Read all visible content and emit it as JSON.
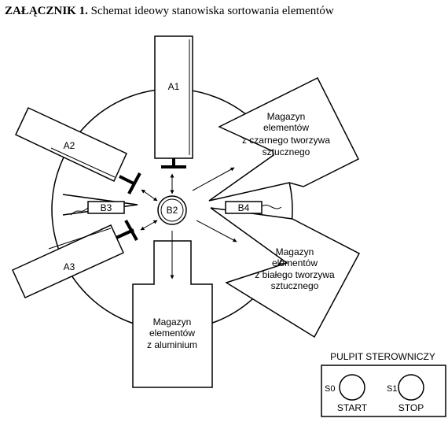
{
  "title": {
    "prefix": "ZAŁĄCZNIK 1.",
    "text": "Schemat ideowy stanowiska sortowania elementów"
  },
  "actuators": [
    "A1",
    "A2",
    "A3"
  ],
  "sensors": [
    "B2",
    "B3",
    "B4"
  ],
  "magazines": {
    "black": [
      "Magazyn",
      "elementów",
      "z czarnego tworzywa",
      "sztucznego"
    ],
    "white": [
      "Magazyn",
      "elementów",
      "z białego tworzywa",
      "sztucznego"
    ],
    "aluminium": [
      "Magazyn",
      "elementów",
      "z aluminium"
    ]
  },
  "panel": {
    "title": "PULPIT STEROWNICZY",
    "s0": "S0",
    "s1": "S1",
    "start": "START",
    "stop": "STOP"
  },
  "colors": {
    "line": "#000000",
    "background": "#ffffff"
  }
}
